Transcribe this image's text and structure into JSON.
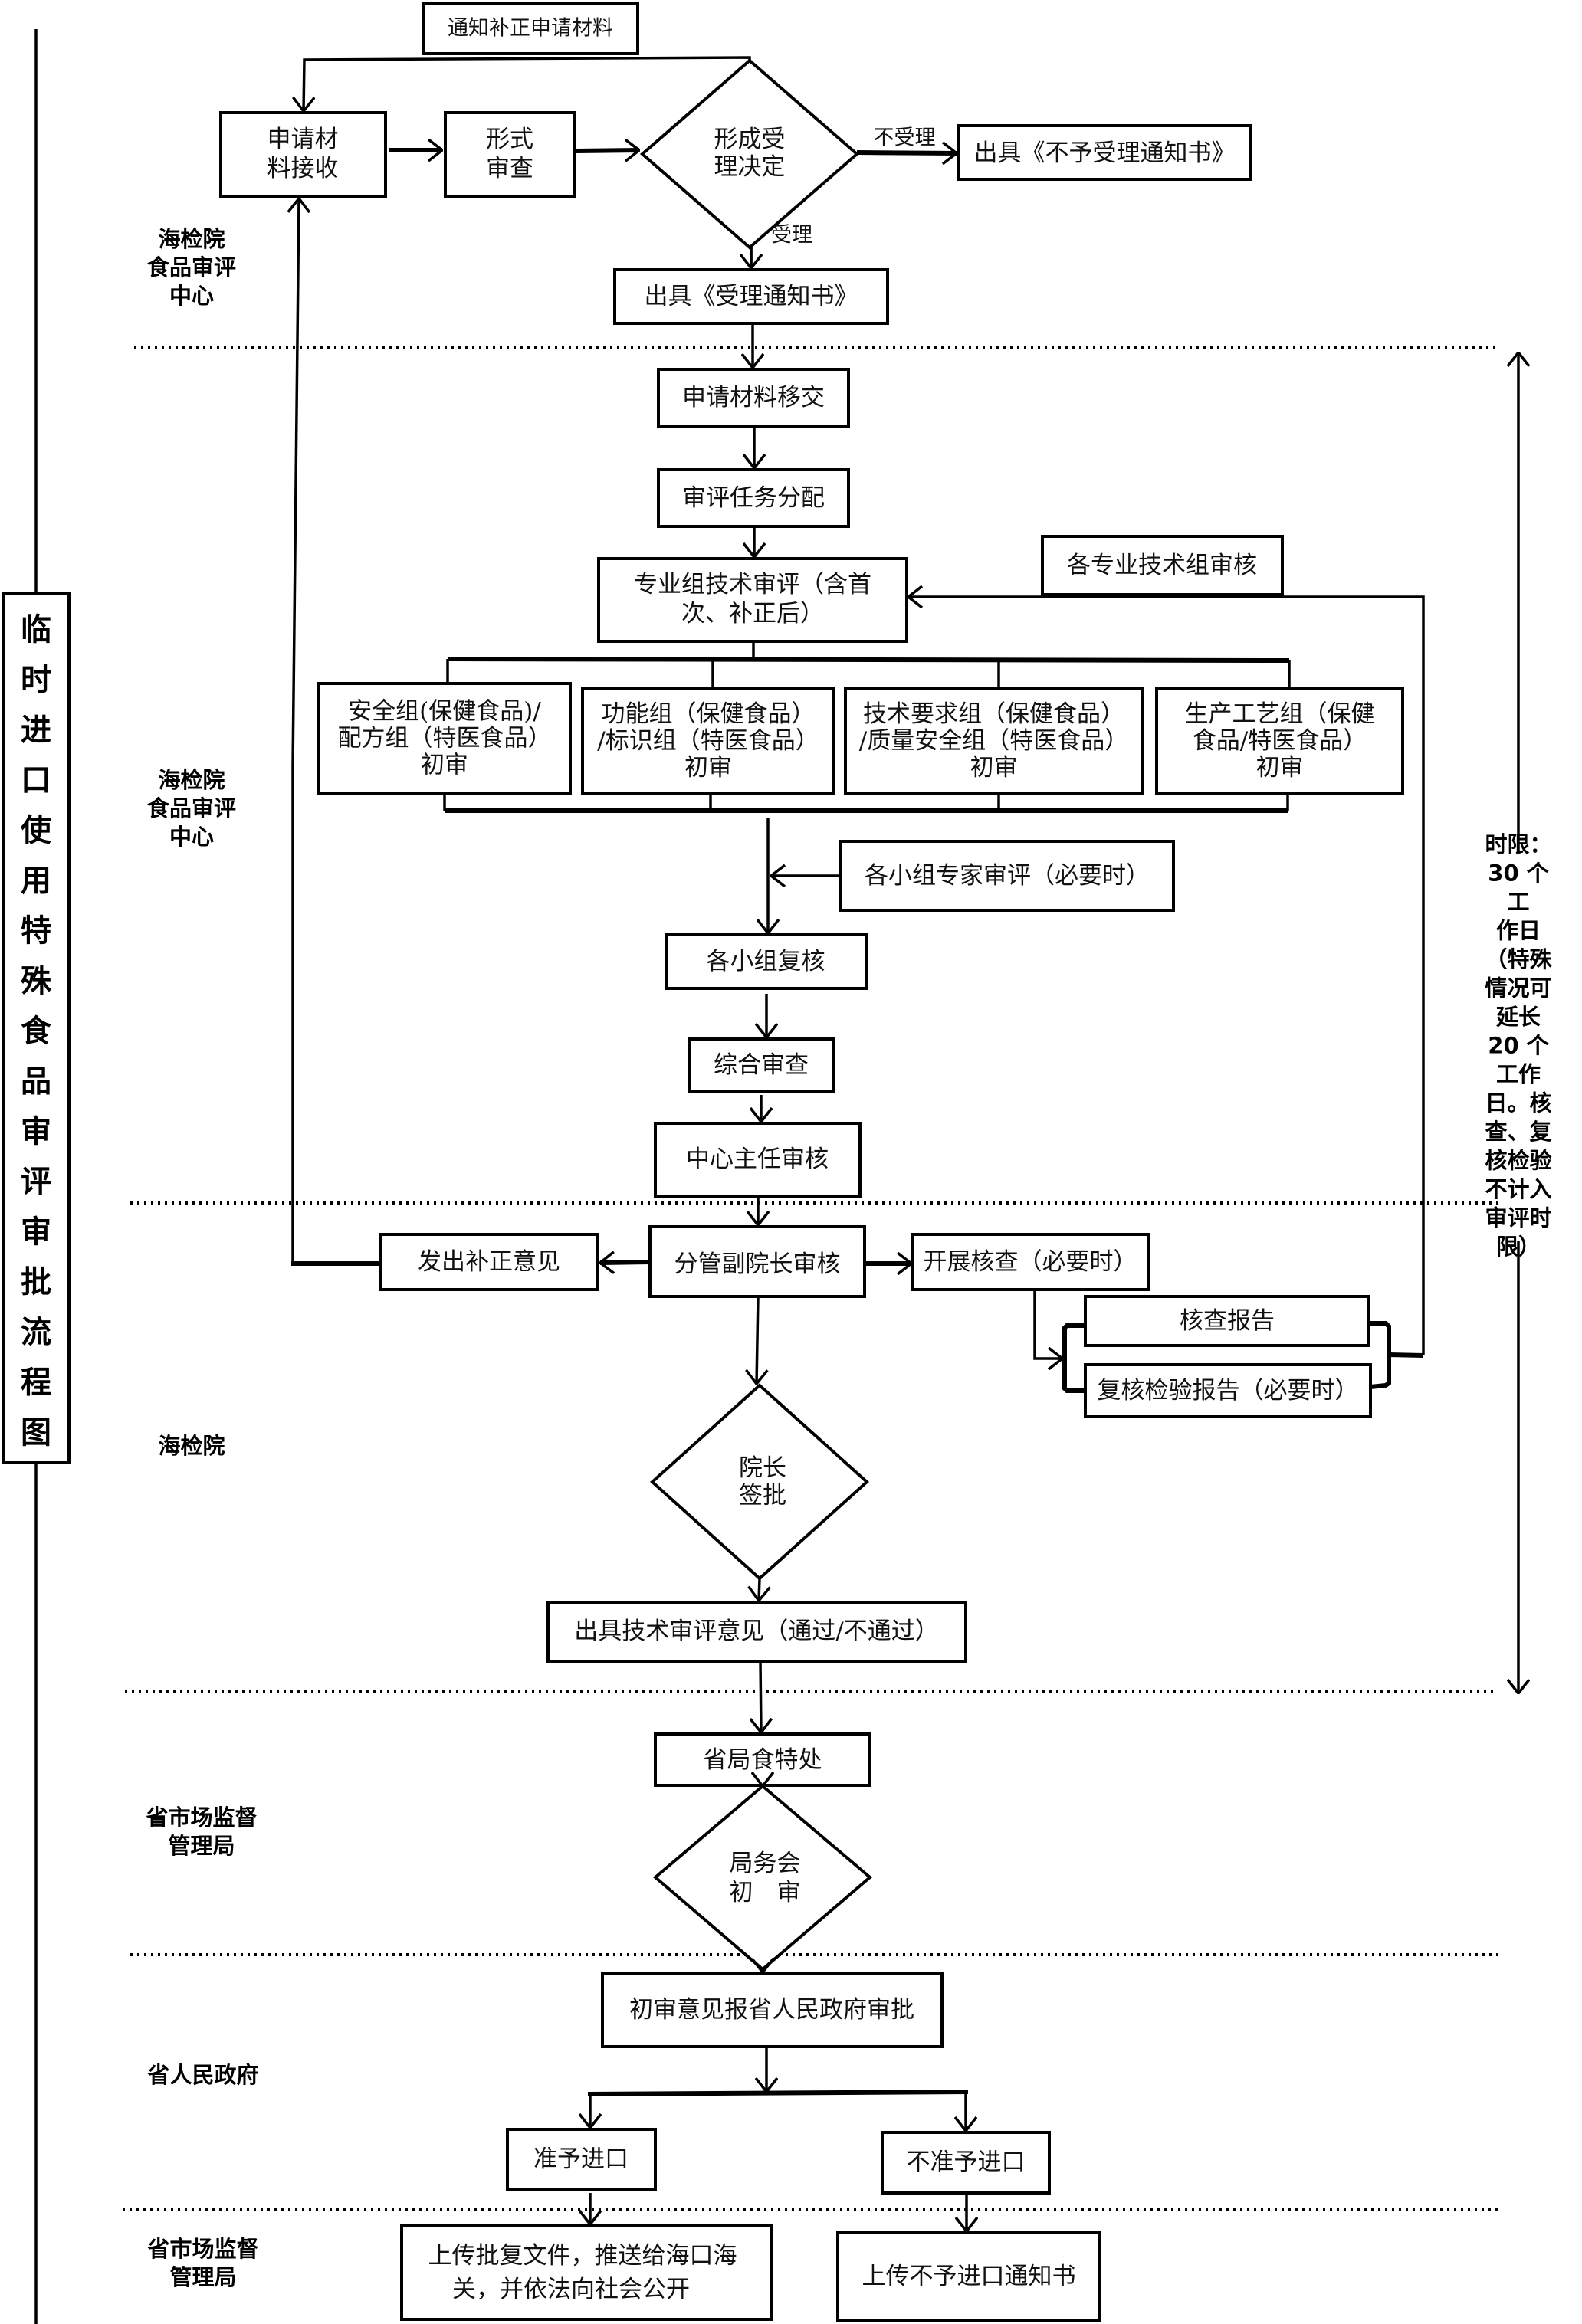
{
  "title": [
    "临",
    "时",
    "进",
    "口",
    "使",
    "用",
    "特",
    "殊",
    "食",
    "品",
    "审",
    "评",
    "审",
    "批",
    "流",
    "程",
    "图"
  ],
  "lanes": {
    "lane1": [
      "海检院",
      "食品审评",
      "中心"
    ],
    "lane2": [
      "海检院",
      "食品审评",
      "中心"
    ],
    "lane3": [
      "海检院"
    ],
    "lane4": [
      "省市场监督",
      "管理局"
    ],
    "lane5": [
      "省人民政府"
    ],
    "lane6": [
      "省市场监督",
      "管理局"
    ]
  },
  "nodes": {
    "notify_supplement": "通知补正申请材料",
    "receive": [
      "申请材",
      "料接收"
    ],
    "formal_review": [
      "形式",
      "审查"
    ],
    "decision": [
      "形成受",
      "理决定"
    ],
    "not_accept_label": "不受理",
    "not_accept_notice": "出具《不予受理通知书》",
    "accept_label": "受理",
    "accept_notice": "出具《受理通知书》",
    "transfer": "申请材料移交",
    "assign": "审评任务分配",
    "tech_review": [
      "专业组技术审评（含首",
      "次、补正后）"
    ],
    "group_audit": "各专业技术组审核",
    "groups": [
      [
        "安全组(保健食品)/",
        "配方组（特医食品）",
        "初审"
      ],
      [
        "功能组（保健食品）",
        "/标识组（特医食品）",
        "初审"
      ],
      [
        "技术要求组（保健食品）",
        "/质量安全组（特医食品）",
        "初审"
      ],
      [
        "生产工艺组（保健",
        "食品/特医食品）",
        "初审"
      ]
    ],
    "expert_review": "各小组专家审评（必要时）",
    "group_recheck": "各小组复核",
    "comprehensive": "综合审查",
    "director_review": "中心主任审核",
    "issue_supplement": "发出补正意见",
    "vice_president": "分管副院长审核",
    "inspection": "开展核查（必要时）",
    "inspection_report": "核查报告",
    "retest_report": "复核检验报告（必要时）",
    "president_sign": [
      "院长",
      "签批"
    ],
    "tech_opinion": "出具技术审评意见（通过/不通过）",
    "food_dept": "省局食特处",
    "bureau_meeting": [
      "局务会",
      "初　审"
    ],
    "report_gov": "初审意见报省人民政府审批",
    "approve": "准予进口",
    "reject": "不准予进口",
    "upload_approval": [
      "上传批复文件，推送给海口海",
      "关，并依法向社会公开"
    ],
    "upload_reject": "上传不予进口通知书"
  },
  "time_limit": [
    "时限：",
    "30 个",
    "工",
    "作日",
    "（特殊",
    "情况可",
    "延长",
    "20 个",
    "工作",
    "日。核",
    "查、复",
    "核检验",
    "不计入",
    "审评时",
    "限）"
  ]
}
